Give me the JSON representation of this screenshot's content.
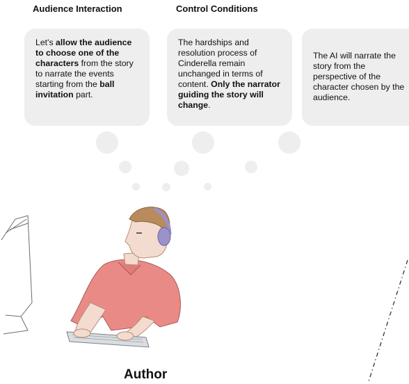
{
  "headings": {
    "audience_interaction": "Audience Interaction",
    "control_conditions": "Control Conditions"
  },
  "bubbles": {
    "b1": {
      "t1": "Let's ",
      "b1": "allow the audience to choose one of the characters",
      "t2": " from the story to narrate the events starting from the ",
      "b2": "ball invitation",
      "t3": " part."
    },
    "b2": {
      "t1": "The hardships and resolution process of Cinderella remain unchanged in terms of content. ",
      "b1": "Only the narrator guiding the story will change",
      "t2": "."
    },
    "b3": {
      "t1": "The AI will narrate the story from the perspective of the character chosen by the audience."
    }
  },
  "labels": {
    "author": "Author"
  },
  "colors": {
    "bubble": "#eeeeee",
    "shirt": "#ea8a86",
    "headphones": "#9a92c8",
    "skin": "#f3dccf",
    "hair": "#b98a5c"
  }
}
